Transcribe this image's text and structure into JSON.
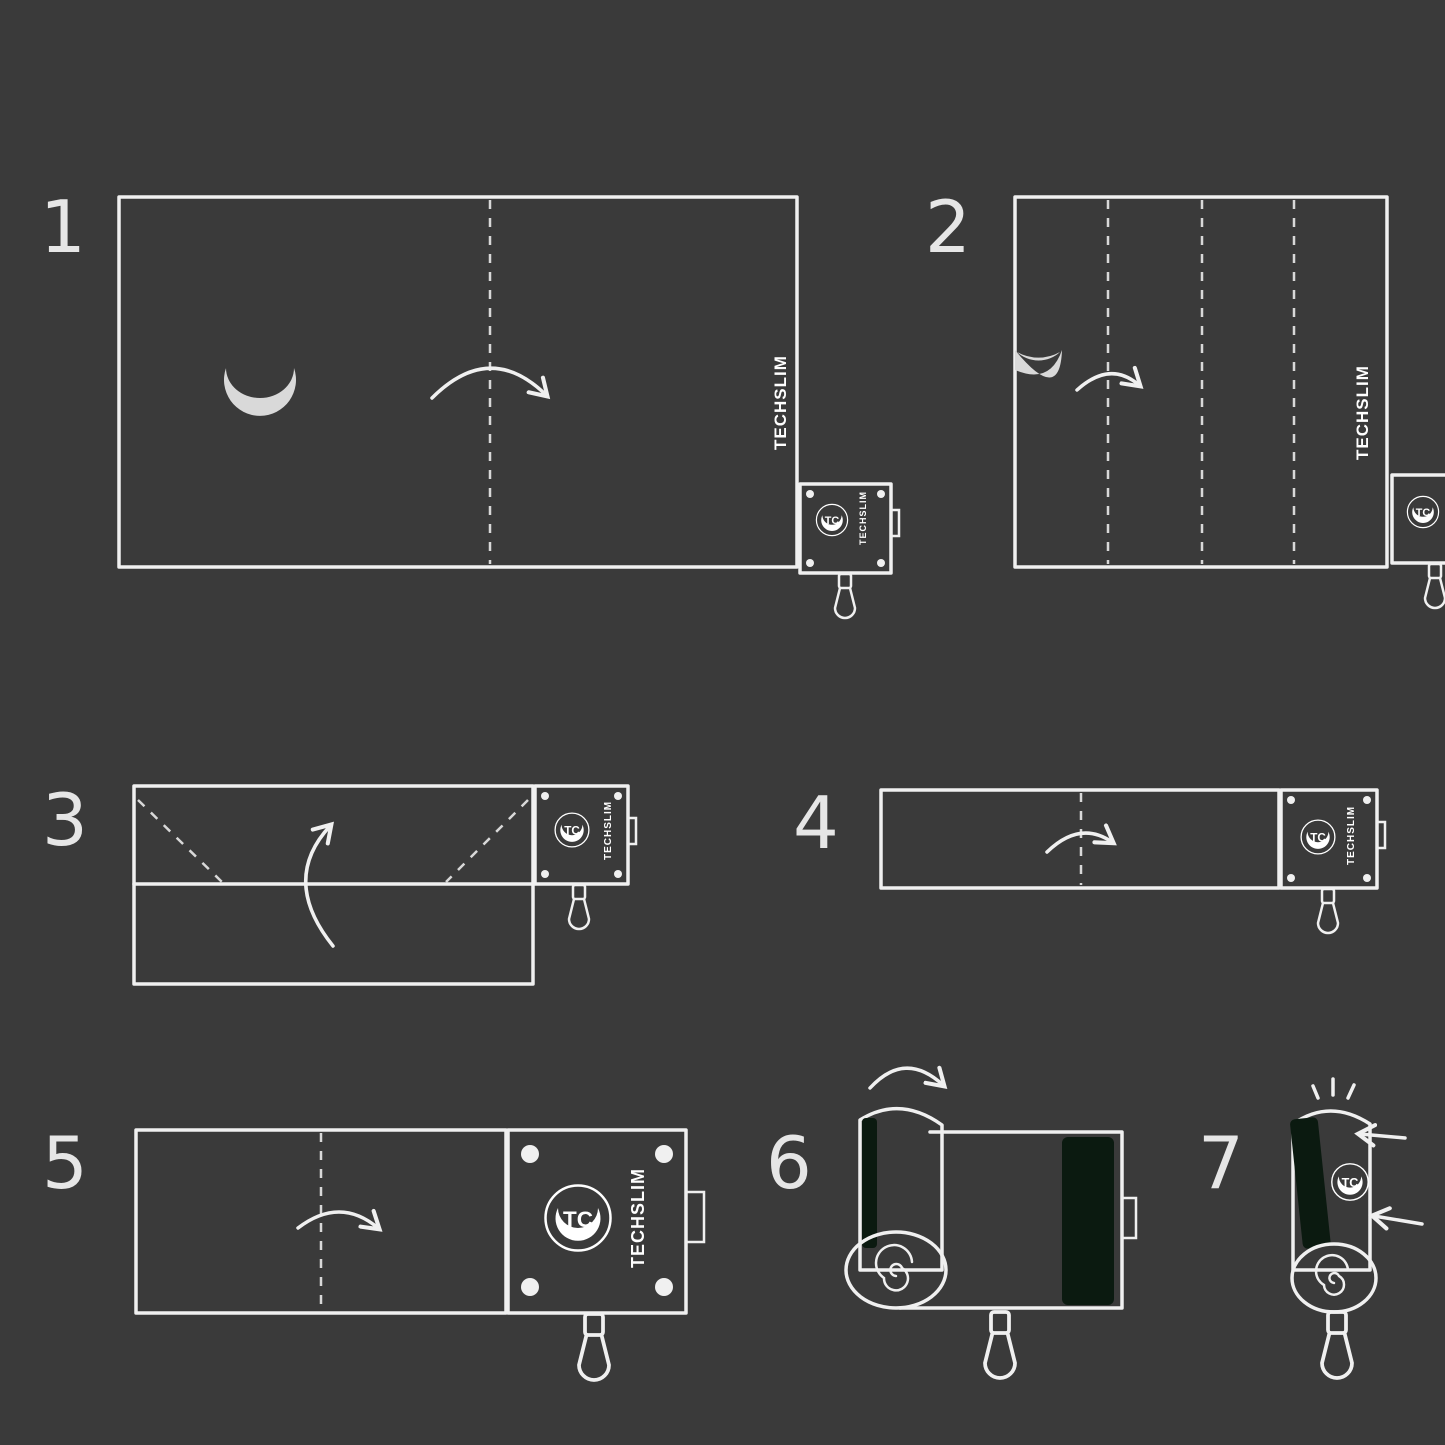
{
  "steps": [
    {
      "number": "1",
      "brand_label": "TECHSLIM"
    },
    {
      "number": "2",
      "brand_label": "TECHSLIM"
    },
    {
      "number": "3",
      "brand_label": "TECHSLIM"
    },
    {
      "number": "4",
      "brand_label": "TECHSLIM"
    },
    {
      "number": "5",
      "brand_label": "TECHSLIM"
    },
    {
      "number": "6"
    },
    {
      "number": "7"
    }
  ],
  "logo_text": "TC",
  "colors": {
    "background": "#3a3a3a",
    "line": "#f0f0f0",
    "strap": "#0b1a10"
  },
  "icons": [
    "crescent-moon-icon",
    "fold-arrow-icon",
    "techslim-logo-icon",
    "zipper-pull-icon",
    "press-arrow-icon",
    "shine-rays-icon"
  ]
}
